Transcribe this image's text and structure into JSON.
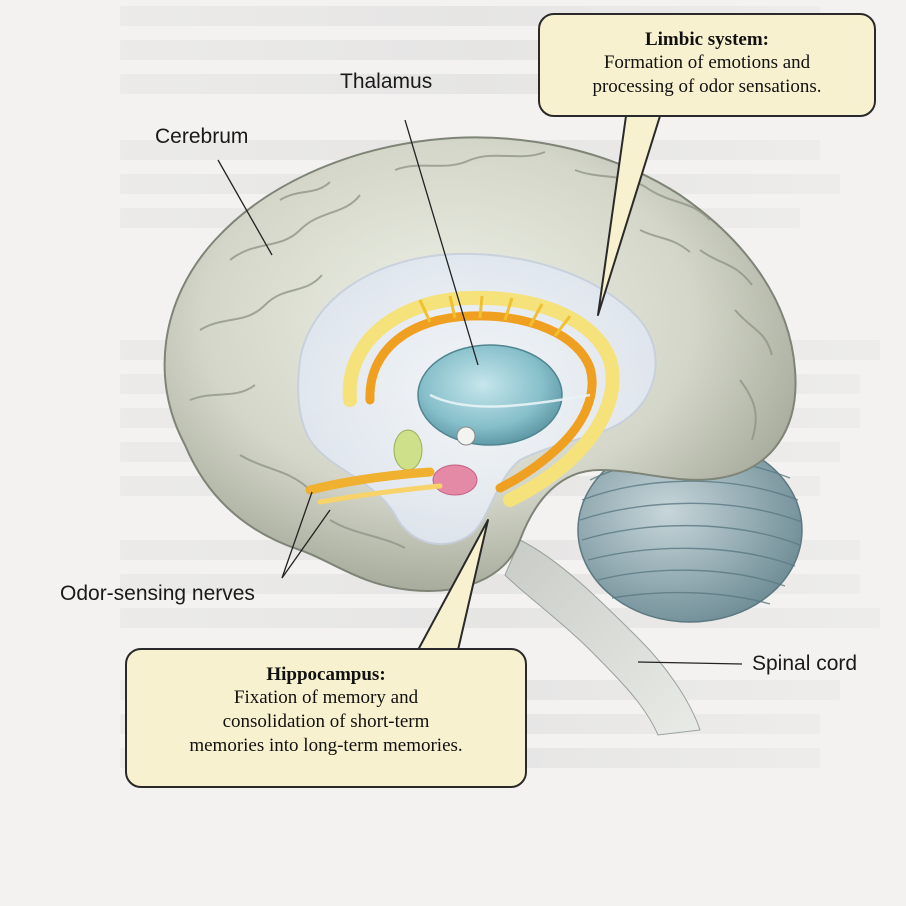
{
  "labels": {
    "thalamus": "Thalamus",
    "cerebrum": "Cerebrum",
    "odor_nerves": "Odor-sensing nerves",
    "spinal_cord": "Spinal cord"
  },
  "callouts": {
    "limbic": {
      "title": "Limbic system",
      "title_suffix": ":",
      "lines": [
        "Formation of emotions and",
        "processing of odor sensations."
      ]
    },
    "hippocampus": {
      "title": "Hippocampus",
      "title_suffix": ":",
      "lines": [
        "Fixation of memory and",
        "consolidation of short-term",
        "memories into long-term memories."
      ]
    }
  },
  "colors": {
    "background": "#f3f2f0",
    "brain": "#d6d8cc",
    "limbic_orange": "#f0a020",
    "limbic_yellow": "#f5e27a",
    "thalamus_blue": "#8fc4cf",
    "cerebellum": "#9fb5bc",
    "callout_fill": "#f8f1cf"
  }
}
